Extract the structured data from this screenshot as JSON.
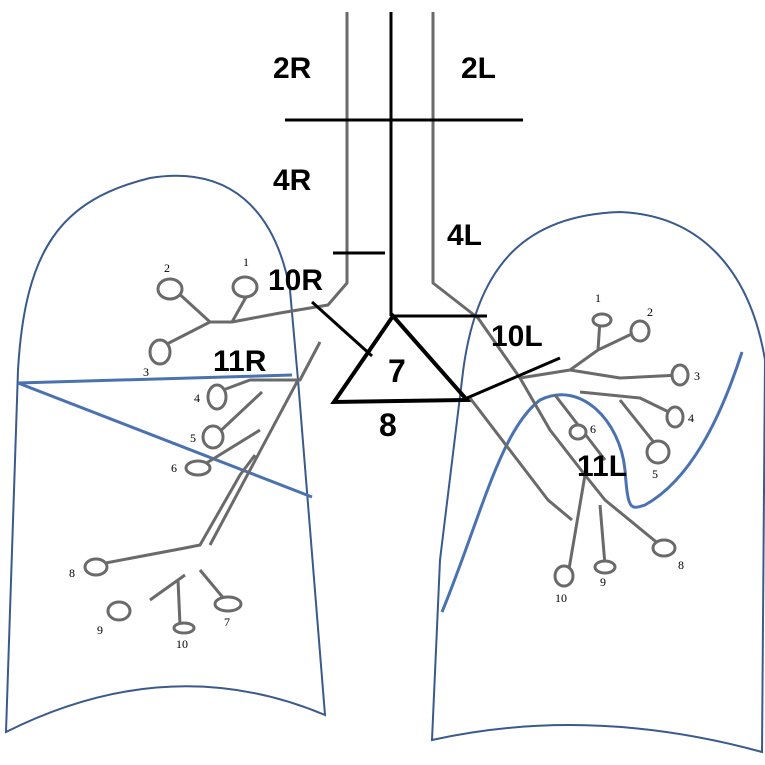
{
  "stations": {
    "s2r": "2R",
    "s2l": "2L",
    "s4r": "4R",
    "s4l": "4L",
    "s10r": "10R",
    "s10l": "10L",
    "s11r": "11R",
    "s11l": "11L",
    "s7": "7",
    "s8": "8"
  },
  "right_segments": {
    "r1": "1",
    "r2": "2",
    "r3": "3",
    "r4": "4",
    "r5": "5",
    "r6": "6",
    "r7": "7",
    "r8": "8",
    "r9": "9",
    "r10": "10"
  },
  "left_segments": {
    "l1": "1",
    "l2": "2",
    "l3": "3",
    "l4": "4",
    "l5": "5",
    "l6": "6",
    "l8": "8",
    "l9": "9",
    "l10": "10"
  },
  "colors": {
    "lung_outline": "#3a5a8c",
    "fissure": "#4a72b0",
    "airway": "#6a6a6a",
    "station_lines": "#000000"
  }
}
